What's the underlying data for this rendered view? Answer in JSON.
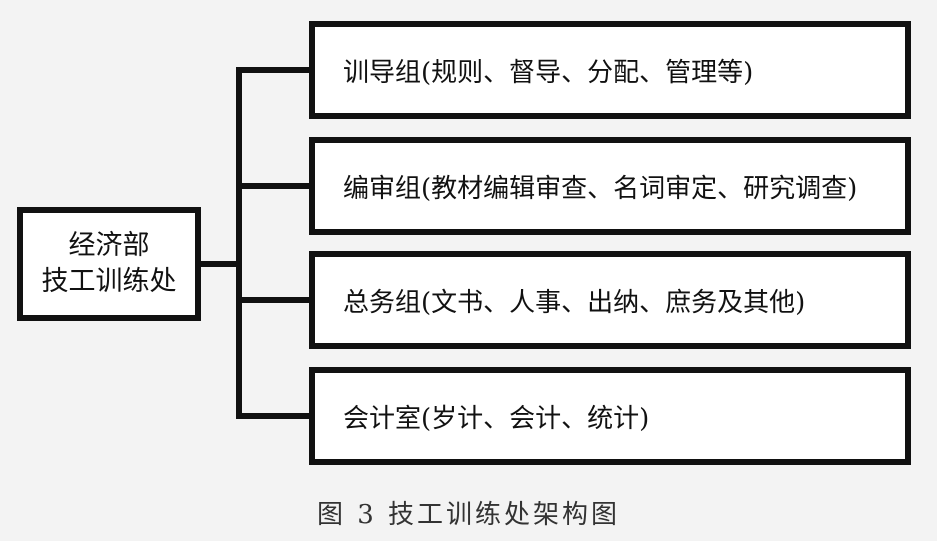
{
  "diagram": {
    "root": {
      "line1": "经济部",
      "line2": "技工训练处"
    },
    "children": [
      {
        "label": "训导组(规则、督导、分配、管理等)"
      },
      {
        "label": "编审组(教材编辑审查、名词审定、研究调查)"
      },
      {
        "label": "总务组(文书、人事、出纳、庶务及其他)"
      },
      {
        "label": "会计室(岁计、会计、统计)"
      }
    ]
  },
  "caption": "图 3  技工训练处架构图"
}
